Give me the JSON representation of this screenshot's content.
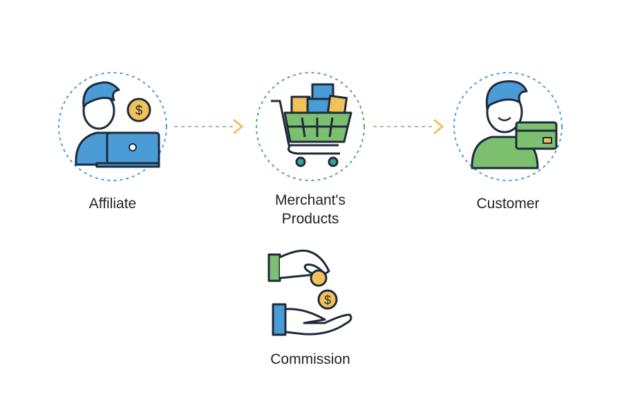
{
  "nodes": {
    "affiliate": {
      "label": "Affiliate",
      "icon": "affiliate-laptop-icon"
    },
    "merchant": {
      "label_line1": "Merchant's",
      "label_line2": "Products",
      "icon": "shopping-cart-icon"
    },
    "customer": {
      "label": "Customer",
      "icon": "customer-card-icon"
    },
    "commission": {
      "label": "Commission",
      "icon": "hands-coin-icon"
    }
  },
  "colors": {
    "blue": "#4a9bd6",
    "green": "#7cbf6e",
    "gold": "#f2c15a",
    "outline": "#1e2a3a",
    "arrow": "#f2c15a"
  }
}
